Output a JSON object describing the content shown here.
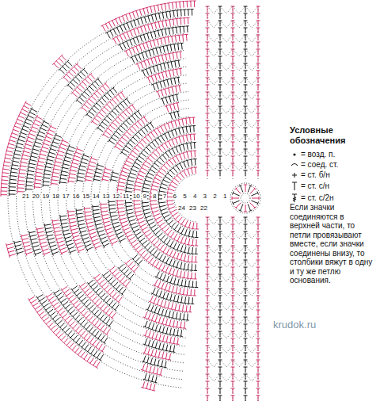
{
  "diagram": {
    "labels": [
      "Условные обозначения",
      "Если значки соединяются в верхней части, то петли провязывают вместе, если значки соединены внизу, то столбики вяжут в одну и ту же петлю основания.",
      "21",
      "20",
      "19",
      "18",
      "17",
      "16",
      "15",
      "14",
      "13",
      "12",
      "11",
      "10",
      "9",
      "8",
      "7",
      "6",
      "5",
      "4",
      "3",
      "2",
      "1",
      "24",
      "23",
      "22",
      "krudok.ru"
    ],
    "legend": [
      {
        "text": "= возд. п."
      },
      {
        "text": "= соед. ст."
      },
      {
        "text": "= ст. б/н"
      },
      {
        "text": "= ст. с/н"
      },
      {
        "text": "= ст. с/2н"
      }
    ]
  }
}
